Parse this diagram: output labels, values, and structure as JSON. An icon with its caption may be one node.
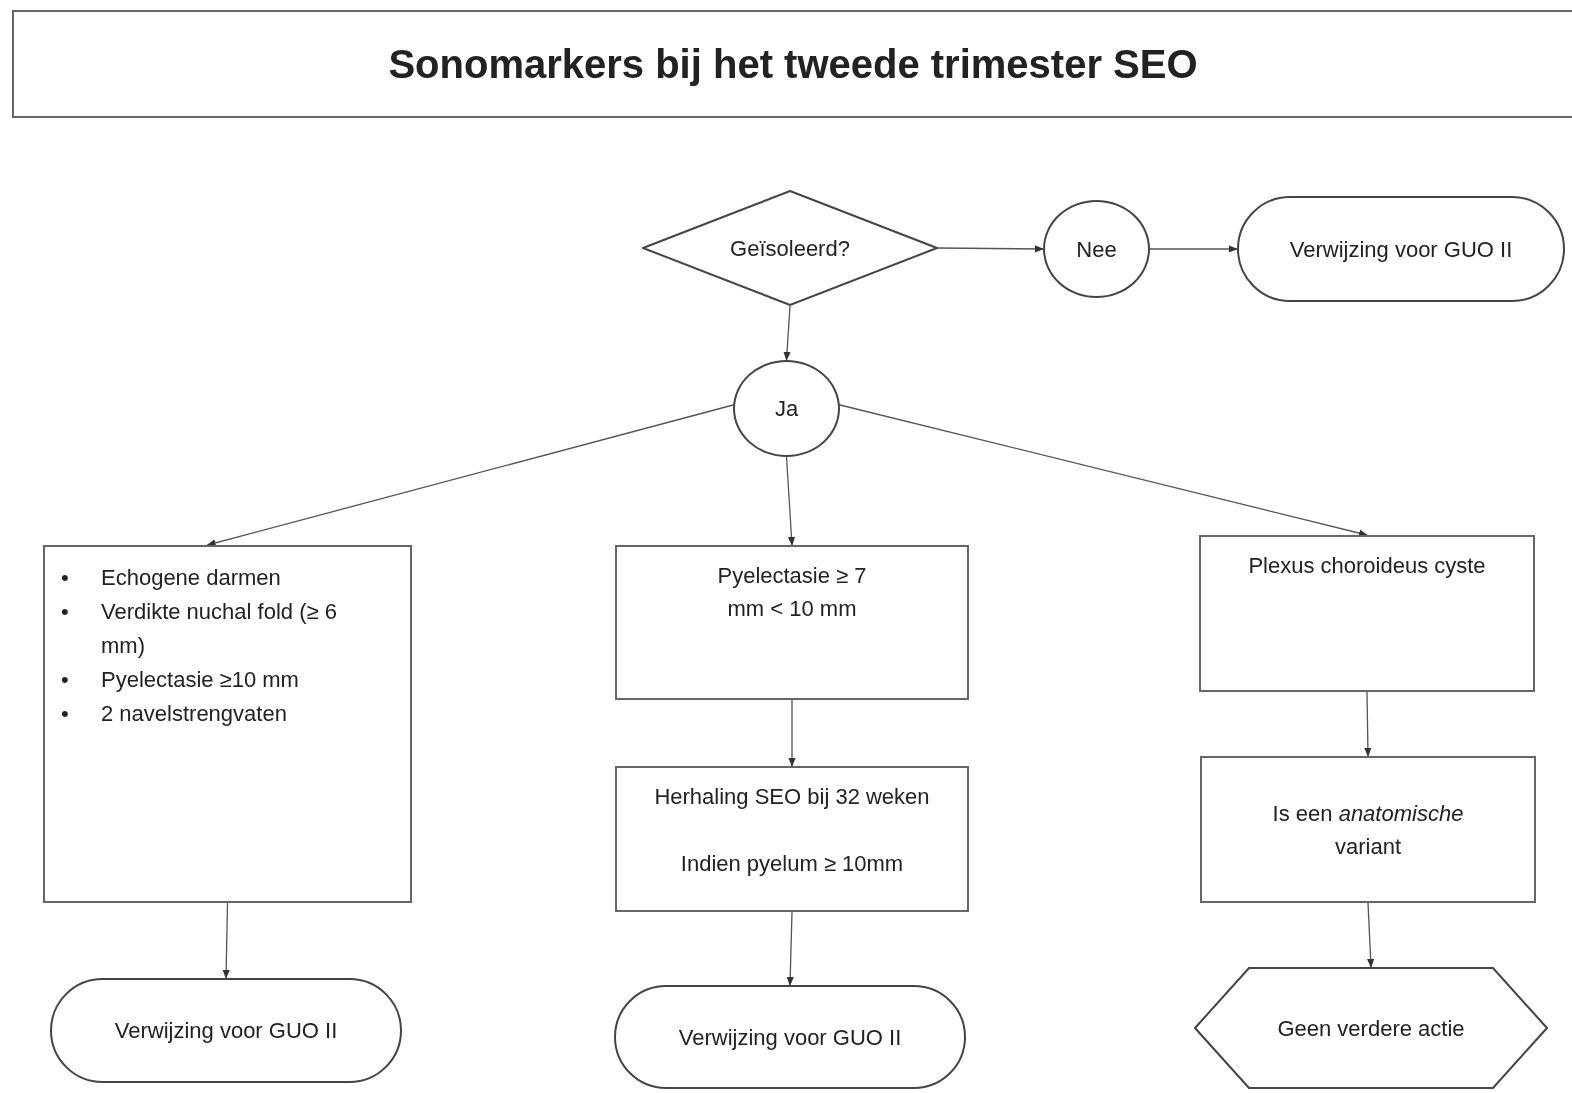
{
  "diagram": {
    "title": "Sonomarkers bij het tweede trimester SEO",
    "nodes": [
      {
        "text": [
          "Geïsoleerd?"
        ]
      },
      {
        "text": [
          "Nee"
        ]
      },
      {
        "text": [
          "Verwijzing voor GUO II"
        ]
      },
      {
        "text": [
          "Ja"
        ]
      },
      {
        "text": [
          "•",
          "Echogene darmen",
          "•",
          "Verdikte nuchal fold (≥ 6 mm)",
          "•",
          "Pyelectasie ≥10 mm",
          "•",
          "2 navelstrengvaten"
        ]
      },
      {
        "text": [
          "Pyelectasie ≥ 7 mm < 10 mm"
        ]
      },
      {
        "text": [
          "Plexus choroideus cyste"
        ]
      },
      {
        "text": [
          "Herhaling SEO bij 32 weken",
          "Indien pyelum ≥ 10mm"
        ]
      },
      {
        "text": [
          "Is een *anatomische* variant"
        ]
      },
      {
        "text": [
          "Verwijzing voor GUO II"
        ]
      },
      {
        "text": [
          "Verwijzing voor GUO II"
        ]
      },
      {
        "text": [
          "Geen verdere actie"
        ]
      }
    ],
    "edges": [
      {
        "from": 0,
        "to": 1,
        "arrow": "to"
      },
      {
        "from": 1,
        "to": 2,
        "arrow": "to"
      },
      {
        "from": 0,
        "to": 3,
        "arrow": "to"
      },
      {
        "from": 3,
        "to": 4,
        "arrow": "to"
      },
      {
        "from": 3,
        "to": 5,
        "arrow": "to"
      },
      {
        "from": 3,
        "to": 6,
        "arrow": "to"
      },
      {
        "from": 5,
        "to": 7,
        "arrow": "to"
      },
      {
        "from": 6,
        "to": 8,
        "arrow": "to"
      },
      {
        "from": 4,
        "to": 9,
        "arrow": "to"
      },
      {
        "from": 7,
        "to": 10,
        "arrow": "to"
      },
      {
        "from": 8,
        "to": 11,
        "arrow": "to"
      }
    ]
  }
}
